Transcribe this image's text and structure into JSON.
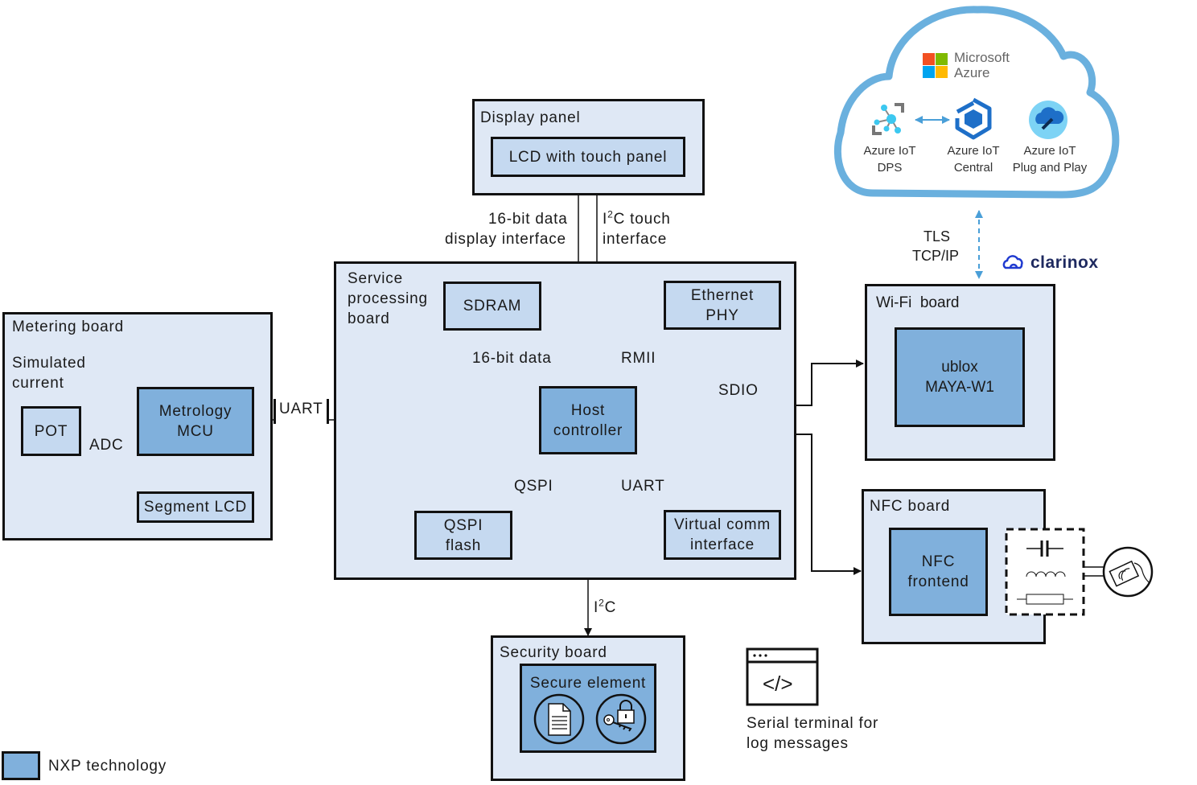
{
  "cloud": {
    "brand_line1": "Microsoft",
    "brand_line2": "Azure",
    "services": [
      {
        "name": "Azure IoT",
        "sub": "DPS",
        "icon": "iot-dps-icon"
      },
      {
        "name": "Azure IoT",
        "sub": "Central",
        "icon": "iot-central-icon"
      },
      {
        "name": "Azure IoT",
        "sub": "Plug and Play",
        "icon": "iot-plug-and-play-icon"
      }
    ],
    "logo_colors": [
      "#f25022",
      "#7fba00",
      "#00a4ef",
      "#ffb900"
    ],
    "outline_color": "#6ab0de"
  },
  "link_cloud": {
    "line1": "TLS",
    "line2": "TCP/IP"
  },
  "partner_logo": {
    "text": "clarinox",
    "color": "#1f3a8a"
  },
  "display_panel": {
    "title": "Display panel",
    "lcd": "LCD with touch panel",
    "link_data_line1": "16-bit data",
    "link_data_line2": "display interface",
    "link_touch_prefix": "I",
    "link_touch_sup": "2",
    "link_touch_line1_rest": "C touch",
    "link_touch_line2": "interface"
  },
  "service_board": {
    "title_line1": "Service",
    "title_line2": "processing",
    "title_line3": "board",
    "sdram": "SDRAM",
    "sdram_link": "16-bit data",
    "ethernet_line1": "Ethernet",
    "ethernet_line2": "PHY",
    "ethernet_link": "RMII",
    "host_line1": "Host",
    "host_line2": "controller",
    "qspi_line1": "QSPI",
    "qspi_line2": "flash",
    "qspi_link": "QSPI",
    "vcom_line1": "Virtual comm",
    "vcom_line2": "interface",
    "vcom_link": "UART",
    "sdio_link": "SDIO"
  },
  "metering_board": {
    "title": "Metering board",
    "simulated_line1": "Simulated",
    "simulated_line2": "current",
    "pot": "POT",
    "adc_link": "ADC",
    "mcu_line1": "Metrology",
    "mcu_line2": "MCU",
    "segment_lcd": "Segment LCD",
    "uart_link": "UART"
  },
  "wifi_board": {
    "title": "Wi-Fi  board",
    "module_line1": "ublox",
    "module_line2": "MAYA-W1"
  },
  "nfc_board": {
    "title": "NFC board",
    "frontend_line1": "NFC",
    "frontend_line2": "frontend"
  },
  "security_board": {
    "title": "Security board",
    "secure_element": "Secure element",
    "i2c_prefix": "I",
    "i2c_sup": "2",
    "i2c_rest": "C"
  },
  "serial_terminal": {
    "icon_glyph": "</>",
    "dots": "...",
    "line1": "Serial terminal for",
    "line2": "log messages"
  },
  "legend": {
    "label": "NXP technology",
    "swatch_color": "#80b0dc"
  }
}
